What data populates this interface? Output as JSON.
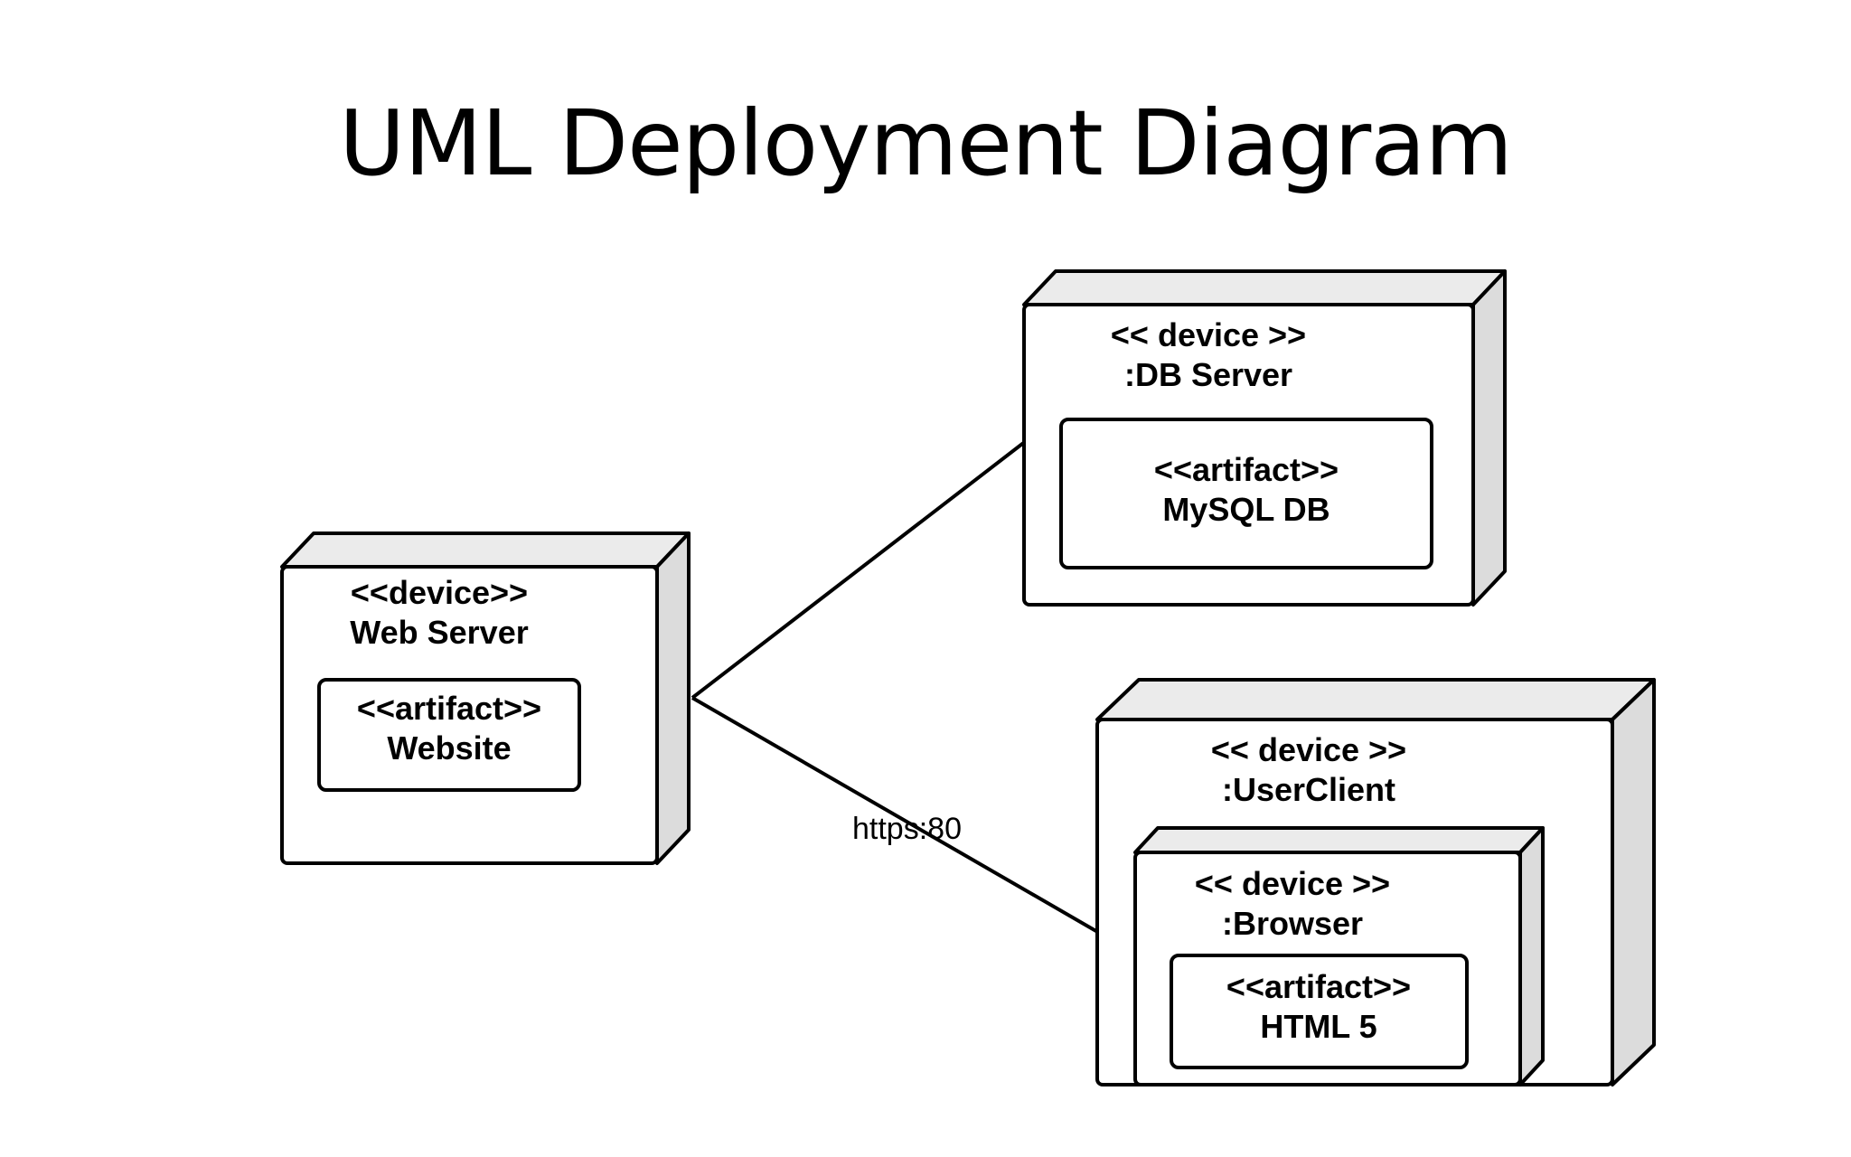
{
  "title": "UML Deployment Diagram",
  "nodes": {
    "web_server": {
      "stereotype": "<<device>>",
      "name": "Web Server",
      "artifact": {
        "stereotype": "<<artifact>>",
        "name": "Website"
      }
    },
    "db_server": {
      "stereotype": "<< device >>",
      "name": ":DB Server",
      "artifact": {
        "stereotype": "<<artifact>>",
        "name": "MySQL DB"
      }
    },
    "user_client": {
      "stereotype": "<< device >>",
      "name": ":UserClient",
      "browser": {
        "stereotype": "<< device >>",
        "name": ":Browser",
        "artifact": {
          "stereotype": "<<artifact>>",
          "name": "HTML 5"
        }
      }
    }
  },
  "connections": {
    "web_to_browser_label": "https:80"
  },
  "colors": {
    "stroke": "#000000",
    "node_face": "#ffffff",
    "node_side": "#dcdcdc",
    "node_top": "#ebebeb"
  }
}
